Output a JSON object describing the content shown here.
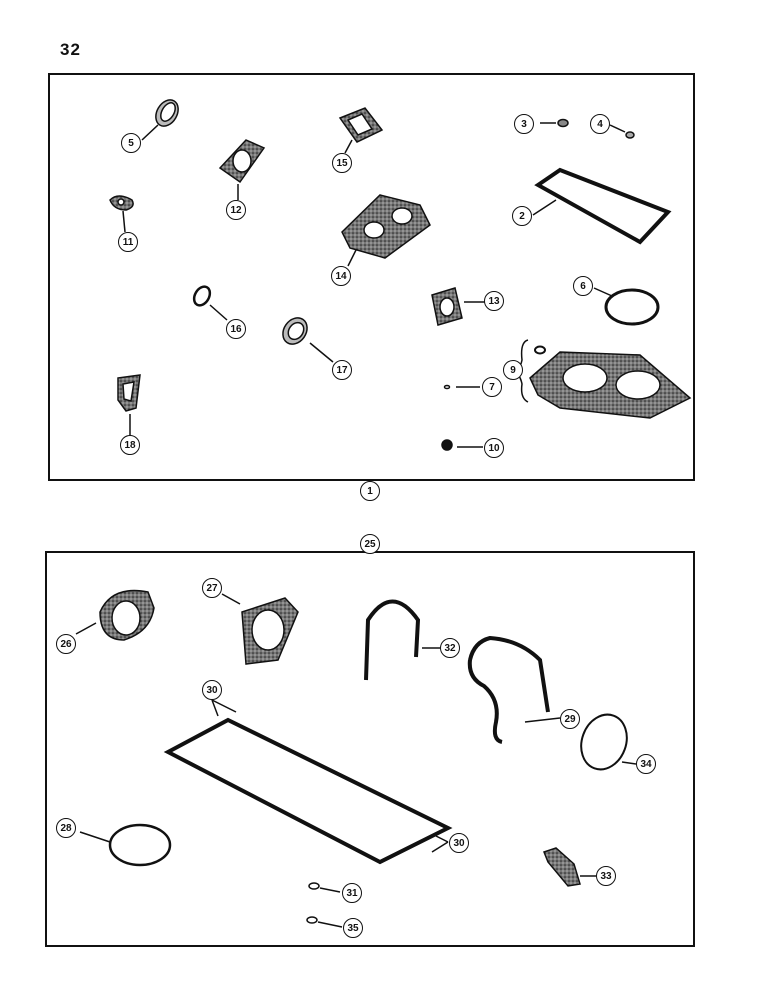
{
  "page_number": "32",
  "kit_labels": {
    "top_kit": "1",
    "bottom_kit": "25"
  },
  "top_panel": {
    "callouts": [
      "2",
      "3",
      "4",
      "5",
      "6",
      "7",
      "9",
      "10",
      "11",
      "12",
      "13",
      "14",
      "15",
      "16",
      "17",
      "18"
    ]
  },
  "bottom_panel": {
    "callouts": [
      "26",
      "27",
      "28",
      "29",
      "30",
      "30",
      "31",
      "32",
      "33",
      "34",
      "35"
    ]
  }
}
